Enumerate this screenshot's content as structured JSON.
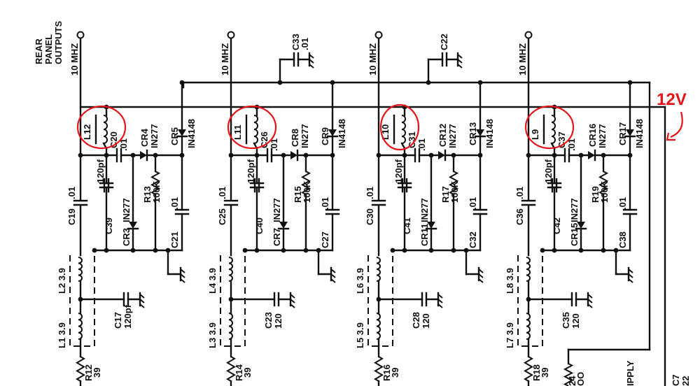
{
  "title": "REAR PANEL OUTPUTS",
  "title_lines": [
    "REAR",
    "PANEL",
    "OUTPUTS"
  ],
  "annotation": {
    "text": "12V",
    "color": "#e8141a"
  },
  "top_caps": [
    {
      "ref": "C33",
      "value": ".01"
    },
    {
      "ref": "C22",
      "value": ""
    }
  ],
  "stages": [
    {
      "output": "10 MHZ",
      "transformer": "L12",
      "tune_cap": {
        "ref": "C20",
        "value": ".01"
      },
      "cap_parallel": "120pf",
      "cap_parallel_ref": "C39",
      "cr_top": {
        "ref": "CR4",
        "type": "IN277"
      },
      "cr_sw": {
        "ref": "CR5",
        "type": "IN4148"
      },
      "resistor": {
        "ref": "R13",
        "value": "100K"
      },
      "c_series": {
        "ref": "C19",
        "value": ".01"
      },
      "cr_bottom": {
        "ref": "CR3",
        "type": "IN277"
      },
      "c_bypass": {
        "ref": "C21",
        "value": ".01"
      },
      "l_upper": {
        "ref": "L2",
        "value": "3.9"
      },
      "l_lower": {
        "ref": "L1",
        "value": "3.9"
      },
      "c_shunt": {
        "ref": "C17",
        "value": "120pf"
      },
      "r_out": {
        "ref": "R12",
        "value": "39"
      }
    },
    {
      "output": "10 MHZ",
      "transformer": "L11",
      "tune_cap": {
        "ref": "C26",
        "value": ".01"
      },
      "cap_parallel": "120pf",
      "cap_parallel_ref": "C40",
      "cr_top": {
        "ref": "CR8",
        "type": "IN277"
      },
      "cr_sw": {
        "ref": "CR9",
        "type": "IN4148"
      },
      "resistor": {
        "ref": "R15",
        "value": "100K"
      },
      "c_series": {
        "ref": "C25",
        "value": ".01"
      },
      "cr_bottom": {
        "ref": "CR7",
        "type": "IN277"
      },
      "c_bypass": {
        "ref": "C27",
        "value": ".01"
      },
      "l_upper": {
        "ref": "L4",
        "value": "3.9"
      },
      "l_lower": {
        "ref": "L3",
        "value": "3.9"
      },
      "c_shunt": {
        "ref": "C23",
        "value": "120"
      },
      "r_out": {
        "ref": "R14",
        "value": "39"
      }
    },
    {
      "output": "10 MHZ",
      "transformer": "L10",
      "tune_cap": {
        "ref": "C31",
        "value": ".01"
      },
      "cap_parallel": "120pf",
      "cap_parallel_ref": "C41",
      "cr_top": {
        "ref": "CR12",
        "type": "IN277"
      },
      "cr_sw": {
        "ref": "CR13",
        "type": "IN4148"
      },
      "resistor": {
        "ref": "R17",
        "value": "100K"
      },
      "c_series": {
        "ref": "C30",
        "value": ".01"
      },
      "cr_bottom": {
        "ref": "CR11",
        "type": "IN277"
      },
      "c_bypass": {
        "ref": "C32",
        "value": ".01"
      },
      "l_upper": {
        "ref": "L6",
        "value": "3.9"
      },
      "l_lower": {
        "ref": "L5",
        "value": "3.9"
      },
      "c_shunt": {
        "ref": "C28",
        "value": "120"
      },
      "r_out": {
        "ref": "R16",
        "value": "39"
      }
    },
    {
      "output": "10 MHZ",
      "transformer": "L9",
      "tune_cap": {
        "ref": "C37",
        "value": ".01"
      },
      "cap_parallel": "120pf",
      "cap_parallel_ref": "C42",
      "cr_top": {
        "ref": "CR16",
        "type": "IN277"
      },
      "cr_sw": {
        "ref": "CR17",
        "type": "IN4148"
      },
      "resistor": {
        "ref": "R19",
        "value": "100K"
      },
      "c_series": {
        "ref": "C36",
        "value": ".01"
      },
      "cr_bottom": {
        "ref": "CR15",
        "type": "IN277"
      },
      "c_bypass": {
        "ref": "C38",
        "value": ".01"
      },
      "l_upper": {
        "ref": "L8",
        "value": "3.9"
      },
      "l_lower": {
        "ref": "L7",
        "value": "3.9"
      },
      "c_shunt": {
        "ref": "C35",
        "value": "120"
      },
      "r_out": {
        "ref": "R18",
        "value": "39"
      }
    }
  ],
  "partial_labels": {
    "supply_resistor": [
      "24",
      "OO"
    ],
    "supply": "IPPLY",
    "cap_c7": [
      "C7",
      "22"
    ]
  }
}
